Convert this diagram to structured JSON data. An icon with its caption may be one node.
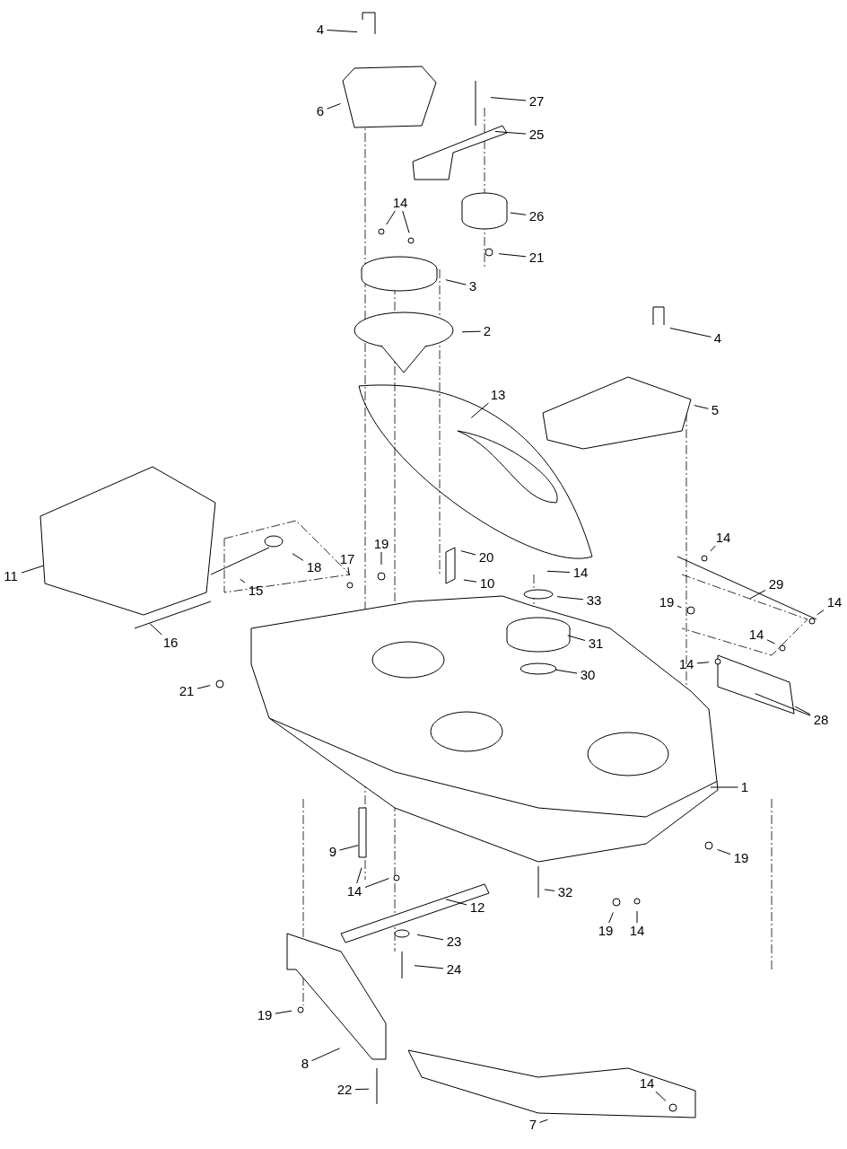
{
  "diagram": {
    "nodes": [
      {
        "text": [
          "4"
        ]
      },
      {
        "text": [
          "6"
        ]
      },
      {
        "text": [
          "27"
        ]
      },
      {
        "text": [
          "25"
        ]
      },
      {
        "text": [
          "26"
        ]
      },
      {
        "text": [
          "21"
        ]
      },
      {
        "text": [
          "14"
        ]
      },
      {
        "text": [
          "3"
        ]
      },
      {
        "text": [
          "2"
        ]
      },
      {
        "text": [
          "4"
        ]
      },
      {
        "text": [
          "13"
        ]
      },
      {
        "text": [
          "5"
        ]
      },
      {
        "text": [
          "11"
        ]
      },
      {
        "text": [
          "18"
        ]
      },
      {
        "text": [
          "15"
        ]
      },
      {
        "text": [
          "17"
        ]
      },
      {
        "text": [
          "19"
        ]
      },
      {
        "text": [
          "20"
        ]
      },
      {
        "text": [
          "10"
        ]
      },
      {
        "text": [
          "14"
        ]
      },
      {
        "text": [
          "33"
        ]
      },
      {
        "text": [
          "31"
        ]
      },
      {
        "text": [
          "30"
        ]
      },
      {
        "text": [
          "14"
        ]
      },
      {
        "text": [
          "29"
        ]
      },
      {
        "text": [
          "19"
        ]
      },
      {
        "text": [
          "14"
        ]
      },
      {
        "text": [
          "14"
        ]
      },
      {
        "text": [
          "14"
        ]
      },
      {
        "text": [
          "28"
        ]
      },
      {
        "text": [
          "16"
        ]
      },
      {
        "text": [
          "21"
        ]
      },
      {
        "text": [
          "1"
        ]
      },
      {
        "text": [
          "9"
        ]
      },
      {
        "text": [
          "14"
        ]
      },
      {
        "text": [
          "19"
        ]
      },
      {
        "text": [
          "32"
        ]
      },
      {
        "text": [
          "19"
        ]
      },
      {
        "text": [
          "14"
        ]
      },
      {
        "text": [
          "12"
        ]
      },
      {
        "text": [
          "23"
        ]
      },
      {
        "text": [
          "24"
        ]
      },
      {
        "text": [
          "19"
        ]
      },
      {
        "text": [
          "8"
        ]
      },
      {
        "text": [
          "22"
        ]
      },
      {
        "text": [
          "14"
        ]
      },
      {
        "text": [
          "7"
        ]
      }
    ],
    "edges": [
      {
        "from": 0,
        "to": null,
        "arrow": "none"
      },
      {
        "from": 1,
        "to": null,
        "arrow": "none"
      },
      {
        "from": 2,
        "to": null,
        "arrow": "none"
      },
      {
        "from": 3,
        "to": null,
        "arrow": "none"
      },
      {
        "from": 4,
        "to": null,
        "arrow": "none"
      },
      {
        "from": 5,
        "to": null,
        "arrow": "none"
      },
      {
        "from": 6,
        "to": null,
        "arrow": "none"
      },
      {
        "from": 6,
        "to": null,
        "arrow": "none"
      },
      {
        "from": 7,
        "to": null,
        "arrow": "none"
      },
      {
        "from": 8,
        "to": null,
        "arrow": "none"
      },
      {
        "from": 9,
        "to": null,
        "arrow": "none"
      },
      {
        "from": 10,
        "to": null,
        "arrow": "none"
      },
      {
        "from": 11,
        "to": null,
        "arrow": "none"
      },
      {
        "from": 12,
        "to": null,
        "arrow": "none"
      },
      {
        "from": 13,
        "to": null,
        "arrow": "none"
      },
      {
        "from": 14,
        "to": null,
        "arrow": "none"
      },
      {
        "from": 15,
        "to": null,
        "arrow": "none"
      },
      {
        "from": 16,
        "to": null,
        "arrow": "none"
      },
      {
        "from": 17,
        "to": null,
        "arrow": "none"
      },
      {
        "from": 18,
        "to": null,
        "arrow": "none"
      },
      {
        "from": 19,
        "to": null,
        "arrow": "none"
      },
      {
        "from": 20,
        "to": null,
        "arrow": "none"
      },
      {
        "from": 21,
        "to": null,
        "arrow": "none"
      },
      {
        "from": 22,
        "to": null,
        "arrow": "none"
      },
      {
        "from": 23,
        "to": null,
        "arrow": "none"
      },
      {
        "from": 24,
        "to": null,
        "arrow": "none"
      },
      {
        "from": 25,
        "to": null,
        "arrow": "none"
      },
      {
        "from": 26,
        "to": null,
        "arrow": "none"
      },
      {
        "from": 27,
        "to": null,
        "arrow": "none"
      },
      {
        "from": 28,
        "to": null,
        "arrow": "none"
      },
      {
        "from": 29,
        "to": null,
        "arrow": "none"
      },
      {
        "from": 29,
        "to": null,
        "arrow": "none"
      },
      {
        "from": 30,
        "to": null,
        "arrow": "none"
      },
      {
        "from": 31,
        "to": null,
        "arrow": "none"
      },
      {
        "from": 32,
        "to": null,
        "arrow": "none"
      },
      {
        "from": 33,
        "to": null,
        "arrow": "none"
      },
      {
        "from": 34,
        "to": null,
        "arrow": "none"
      },
      {
        "from": 34,
        "to": null,
        "arrow": "none"
      },
      {
        "from": 35,
        "to": null,
        "arrow": "none"
      },
      {
        "from": 36,
        "to": null,
        "arrow": "none"
      },
      {
        "from": 37,
        "to": null,
        "arrow": "none"
      },
      {
        "from": 38,
        "to": null,
        "arrow": "none"
      },
      {
        "from": 39,
        "to": null,
        "arrow": "none"
      },
      {
        "from": 40,
        "to": null,
        "arrow": "none"
      },
      {
        "from": 41,
        "to": null,
        "arrow": "none"
      },
      {
        "from": 42,
        "to": null,
        "arrow": "none"
      },
      {
        "from": 43,
        "to": null,
        "arrow": "none"
      },
      {
        "from": 44,
        "to": null,
        "arrow": "none"
      },
      {
        "from": 45,
        "to": null,
        "arrow": "none"
      },
      {
        "from": 46,
        "to": null,
        "arrow": "none"
      }
    ]
  }
}
